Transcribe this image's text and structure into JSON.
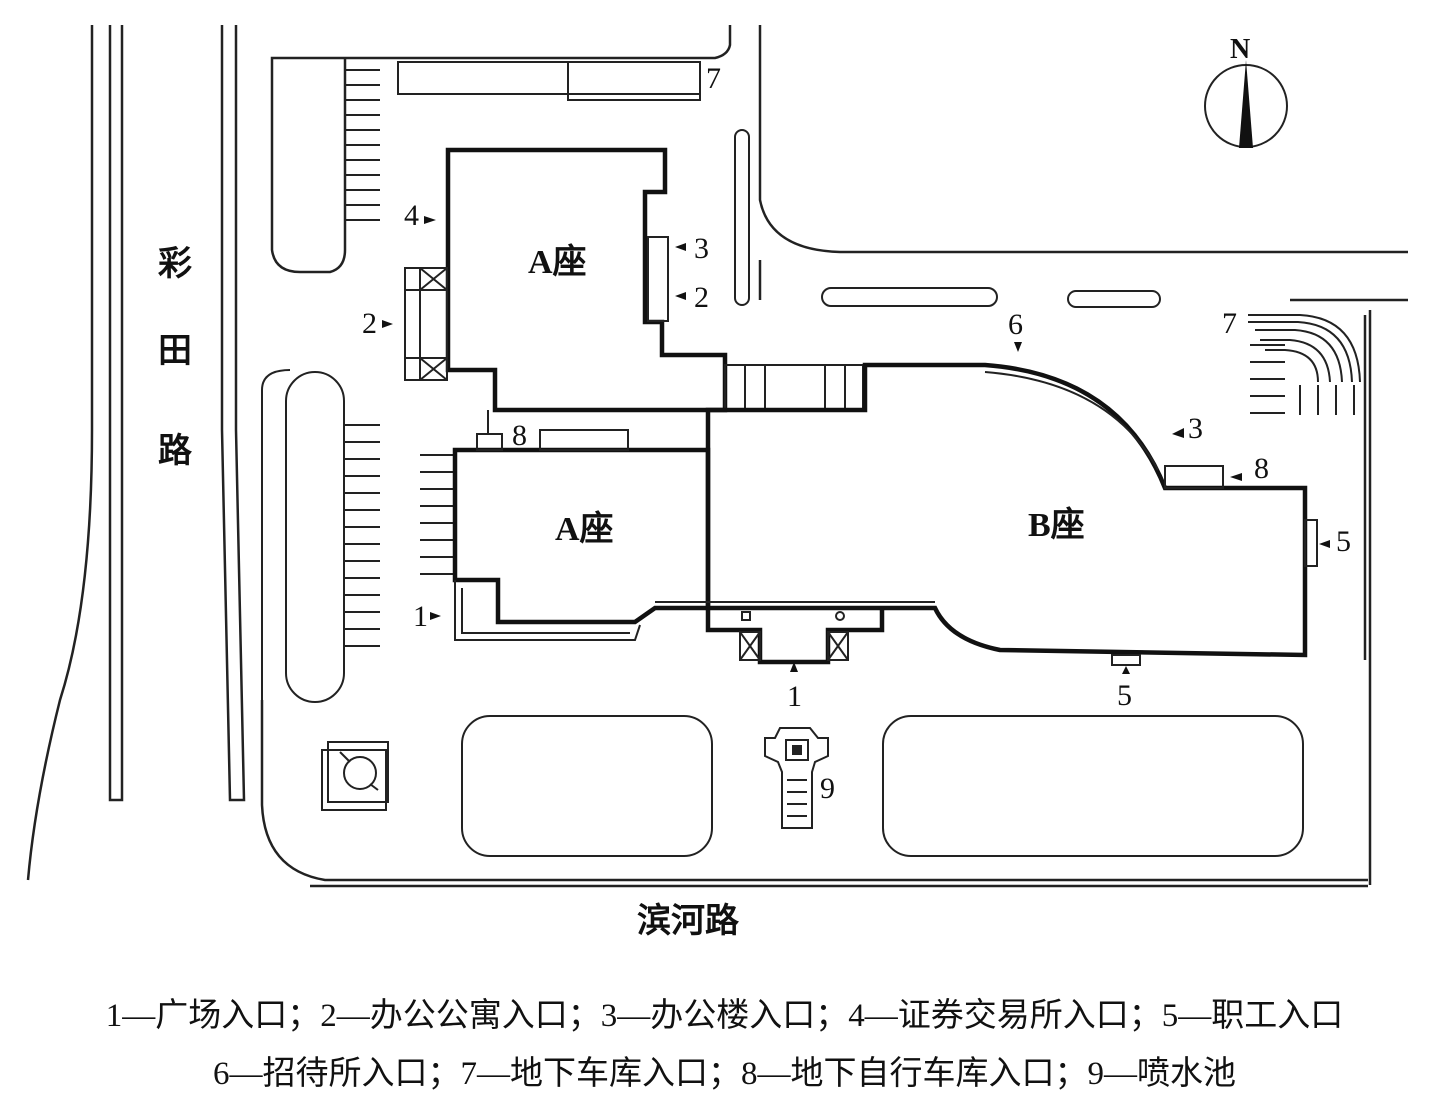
{
  "labels": {
    "building_a_upper": "A座",
    "building_a_lower": "A座",
    "building_b": "B座",
    "road_west_1": "彩",
    "road_west_2": "田",
    "road_west_3": "路",
    "road_south": "滨河路",
    "north": "N"
  },
  "markers": {
    "m1_left": "1",
    "m1_bottom": "1",
    "m2_left": "2",
    "m2_right": "2",
    "m3_a": "3",
    "m3_b": "3",
    "m4": "4",
    "m5_right": "5",
    "m5_bottom": "5",
    "m6": "6",
    "m7_top": "7",
    "m7_right": "7",
    "m8_a": "8",
    "m8_b": "8",
    "m9": "9"
  },
  "legend": {
    "line1": "1—广场入口；2—办公公寓入口；3—办公楼入口；4—证券交易所入口；5—职工入口",
    "line2": "6—招待所入口；7—地下车库入口；8—地下自行车库入口；9—喷水池"
  }
}
